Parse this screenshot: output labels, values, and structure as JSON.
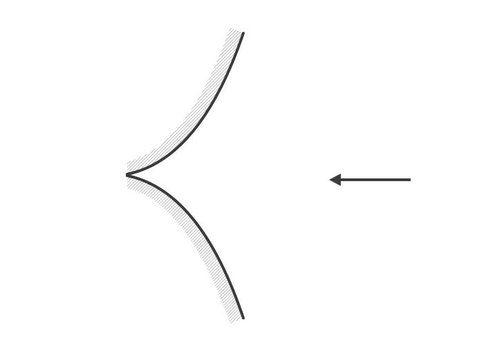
{
  "diagram": {
    "description_visible_text": "",
    "colors": {
      "background": "#ffffff",
      "wall_line": "#3a3a3a",
      "hatch": "#8a8a8a",
      "arrow": "#3d3d3d"
    },
    "elements": [
      {
        "name": "upper-wall-curve",
        "kind": "curved-wall",
        "hatched_side": "outer"
      },
      {
        "name": "lower-wall-curve",
        "kind": "curved-wall",
        "hatched_side": "outer"
      },
      {
        "name": "flow-arrow",
        "kind": "arrow",
        "direction": "left"
      }
    ]
  }
}
